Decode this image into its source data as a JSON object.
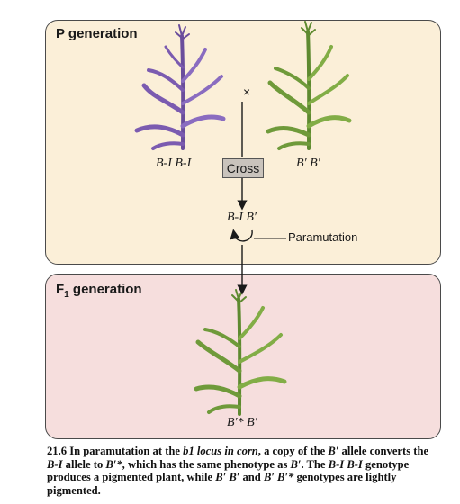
{
  "panels": {
    "p_title": "P generation",
    "f1_title_prefix": "F",
    "f1_title_sub": "1",
    "f1_title_suffix": " generation"
  },
  "genotypes": {
    "left_parent": "B-I B-I",
    "right_parent": "B′ B′",
    "hybrid": "B-I B′",
    "offspring": "B′* B′"
  },
  "labels": {
    "cross_symbol": "×",
    "cross_box": "Cross",
    "paramutation": "Paramutation"
  },
  "caption": {
    "p1": "21.6 In paramutation at the ",
    "p2": "b1 locus in corn",
    "p3": ", a copy of the ",
    "p4": "B′",
    "p5": " allele converts the ",
    "p6": "B-I",
    "p7": " allele to ",
    "p8": "B′*",
    "p9": ", which has the same phenotype as ",
    "p10": "B′",
    "p11": ". The ",
    "p12": "B-I B-I",
    "p13": " genotype produces a pigmented plant, while ",
    "p14": "B′ B′",
    "p15": " and ",
    "p16": "B′ B′*",
    "p17": " genotypes are lightly pigmented."
  },
  "colors": {
    "p_panel_bg": "#fbefd8",
    "f1_panel_bg": "#f6dedd",
    "purple_plant": "#7b5bb0",
    "green_plant": "#6f9a3a"
  }
}
